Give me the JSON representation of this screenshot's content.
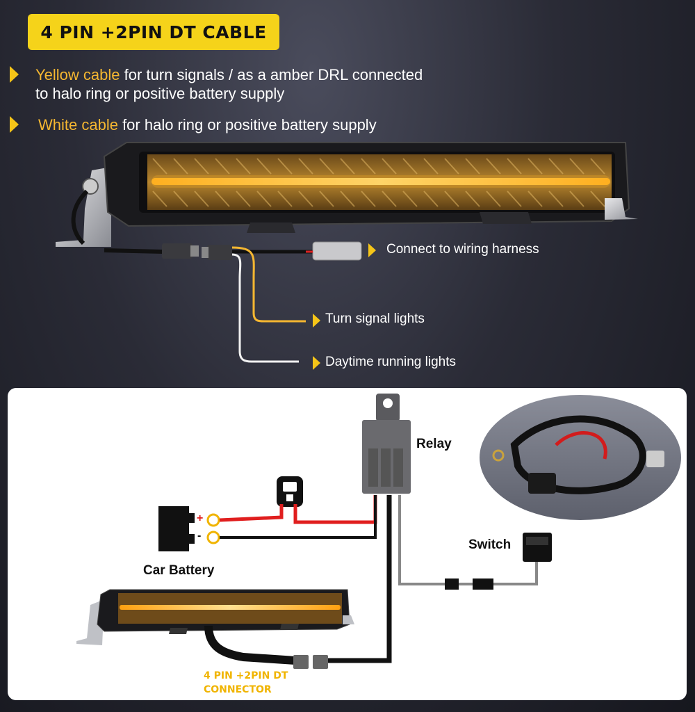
{
  "title": "4 PIN +2PIN DT CABLE",
  "bullets": [
    {
      "highlight": "Yellow cable",
      "rest": " for turn signals / as a amber DRL connected",
      "line2": "to halo ring or positive battery supply"
    },
    {
      "highlight": "White cable",
      "rest": " for halo ring or positive battery supply"
    }
  ],
  "callouts": {
    "harness": "Connect to wiring harness",
    "turn": "Turn signal lights",
    "drl": "Daytime running lights"
  },
  "diagram": {
    "relay": "Relay",
    "switch": "Switch",
    "battery": "Car Battery",
    "plus": "+",
    "minus": "-",
    "connector_line1": "4 PIN +2PIN DT",
    "connector_line2": "CONNECTOR"
  },
  "colors": {
    "accent": "#f5d31a",
    "amber": "#f5a623",
    "red": "#e01e1e"
  }
}
